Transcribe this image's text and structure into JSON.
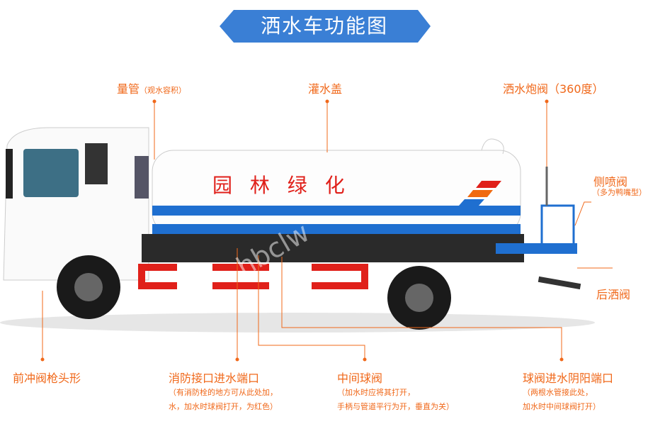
{
  "title": "洒水车功能图",
  "tank_text": "园 林 绿 化",
  "watermark": "hbclw",
  "labels": {
    "gauge": {
      "title": "量管",
      "note": "（观水容积）"
    },
    "fill_cap": {
      "title": "灌水盖"
    },
    "cannon_valve": {
      "title": "洒水炮阀（360度）"
    },
    "side_spray": {
      "title": "侧喷阀",
      "note": "（多为鸭嘴型）"
    },
    "rear_spray": {
      "title": "后洒阀"
    },
    "front_flush": {
      "title": "前冲阀枪头形"
    },
    "fire_inlet": {
      "title": "消防接口进水端口",
      "note1": "（有消防栓的地方可从此处加，",
      "note2": "水，加水时球阀打开，为红色）"
    },
    "middle_valve": {
      "title": "中间球阀",
      "note1": "（加水时应将其打开，",
      "note2": "手柄与管道平行为开，垂直为关）"
    },
    "inlet_port": {
      "title": "球阀进水阴阳端口",
      "note1": "（两根水管接此处，",
      "note2": "加水时中间球阀打开）"
    }
  },
  "colors": {
    "accent": "#f0681a",
    "banner": "#3a7fd5",
    "tank_blue": "#1f6fd0",
    "red": "#e0201a"
  }
}
